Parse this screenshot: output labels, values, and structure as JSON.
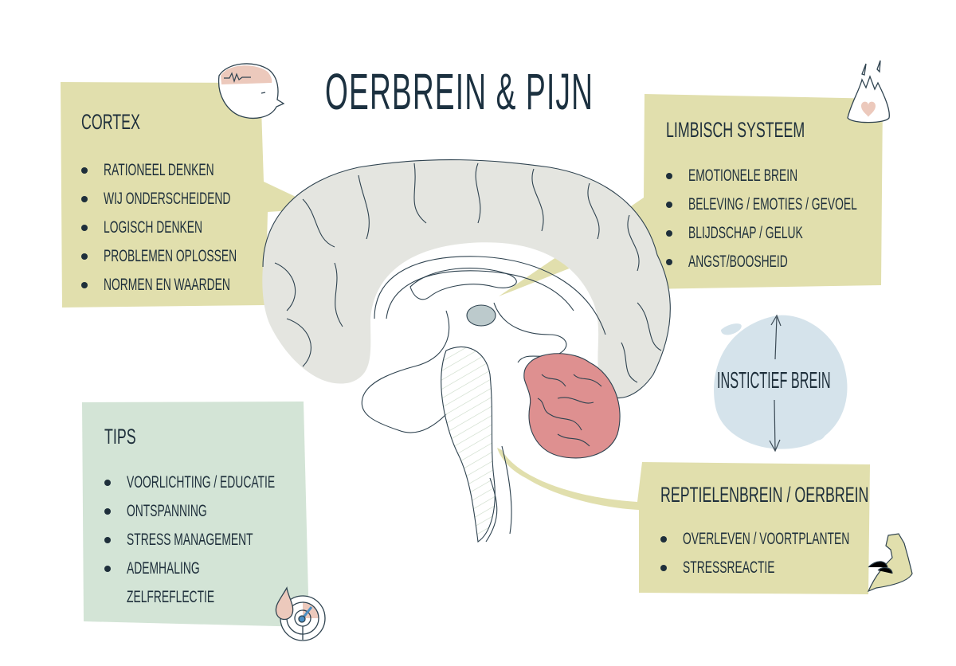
{
  "title": "OERBREIN & PIJN",
  "colors": {
    "olive_panel": "#e1dfad",
    "mint_panel": "#d3e4d6",
    "blue_blob": "#d5e3eb",
    "brain_gray": "#e4e5e0",
    "cerebellum_red": "#de9090",
    "text_dark": "#1e2f3b",
    "accent_pink": "#ecc9bc",
    "accent_blue": "#4a8fc4"
  },
  "panels": {
    "cortex": {
      "heading": "CORTEX",
      "items": [
        "RATIONEEL DENKEN",
        "WIJ ONDERSCHEIDEND",
        "LOGISCH DENKEN",
        "PROBLEMEN OPLOSSEN",
        "NORMEN EN WAARDEN"
      ],
      "icon": "head-brainwave-icon"
    },
    "limbic": {
      "heading": "LIMBISCH SYSTEEM",
      "items": [
        "EMOTIONELE BREIN",
        "BELEVING / EMOTIES / GEVOEL",
        "BLIJDSCHAP / GELUK",
        "ANGST/BOOSHEID"
      ],
      "icon": "flaming-heart-icon"
    },
    "tips": {
      "heading": "TIPS",
      "items": [
        "VOORLICHTING / EDUCATIE",
        "ONTSPANNING",
        "STRESS MANAGEMENT",
        "ADEMHALING"
      ],
      "extra_line": "ZELFREFLECTIE",
      "icon": "stress-gauge-drop-icon"
    },
    "reptile": {
      "heading": "REPTIELENBREIN / OERBREIN",
      "items": [
        "OVERLEVEN / VOORTPLANTEN",
        "STRESSREACTIE"
      ],
      "icon": "flexed-arm-icon"
    }
  },
  "instinct_label": "INSTICTIEF BREIN"
}
